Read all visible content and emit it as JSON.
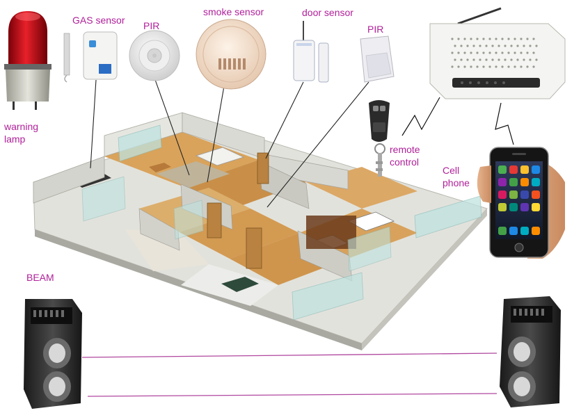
{
  "labels": {
    "warning_lamp_line1": "warning",
    "warning_lamp_line2": "lamp",
    "gas_sensor": "GAS sensor",
    "pir_ceiling": "PIR",
    "smoke_sensor": "smoke sensor",
    "door_sensor": "door sensor",
    "pir_wall": "PIR",
    "remote_control_line1": "remote",
    "remote_control_line2": "control",
    "cell_phone_line1": "Cell",
    "cell_phone_line2": "phone",
    "beam": "BEAM"
  },
  "colors": {
    "label": "#b0209a",
    "beam_line": "#b0479f",
    "connector_line": "#222222",
    "floor_wood": "#d9a35b",
    "wall": "#d9d9d4",
    "glass": "#bfe3e0",
    "lamp_red": "#c8101a"
  },
  "icons": {
    "warning_lamp": "warning-lamp-icon",
    "gas_sensor": "gas-sensor-icon",
    "pir_ceiling": "ceiling-pir-icon",
    "smoke_sensor": "smoke-detector-icon",
    "door_sensor": "door-sensor-icon",
    "pir_wall": "wall-pir-icon",
    "remote": "key-fob-remote-icon",
    "control_panel": "gsm-alarm-panel-icon",
    "cell_phone": "smartphone-icon",
    "beam_left": "beam-detector-icon",
    "beam_right": "beam-detector-icon"
  }
}
